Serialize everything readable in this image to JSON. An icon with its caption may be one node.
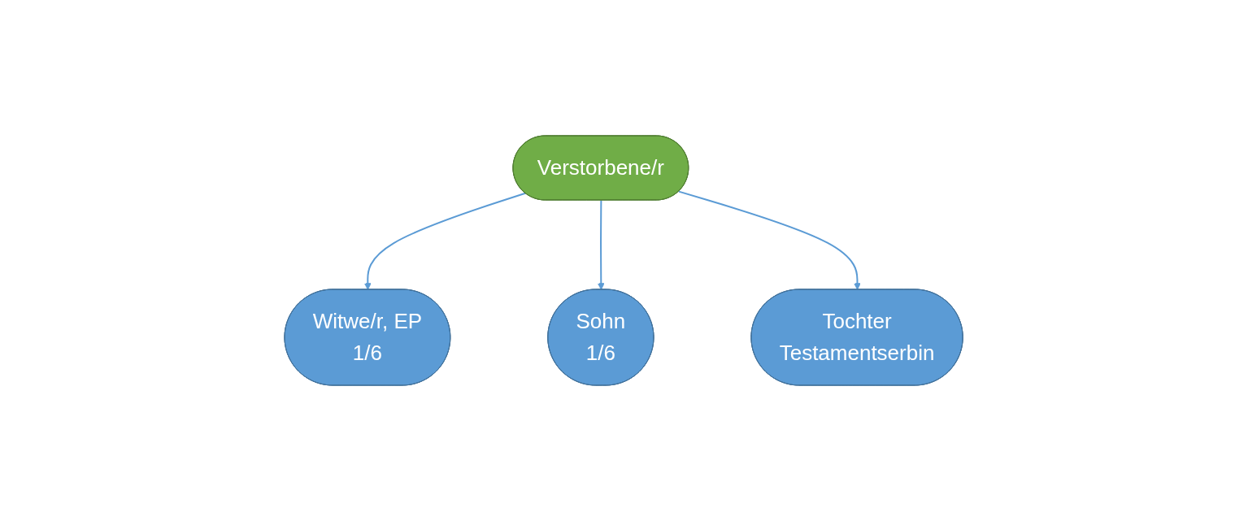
{
  "diagram": {
    "nodes": [
      {
        "text": [
          "Verstorbene/r"
        ]
      },
      {
        "text": [
          "Witwe/r, EP",
          "1/6"
        ]
      },
      {
        "text": [
          "Sohn",
          "1/6"
        ]
      },
      {
        "text": [
          "Tochter",
          "Testamentserbin"
        ]
      }
    ],
    "edges": [
      {
        "from": 0,
        "to": 1,
        "arrow": "to"
      },
      {
        "from": 0,
        "to": 2,
        "arrow": "to"
      },
      {
        "from": 0,
        "to": 3,
        "arrow": "to"
      }
    ]
  }
}
